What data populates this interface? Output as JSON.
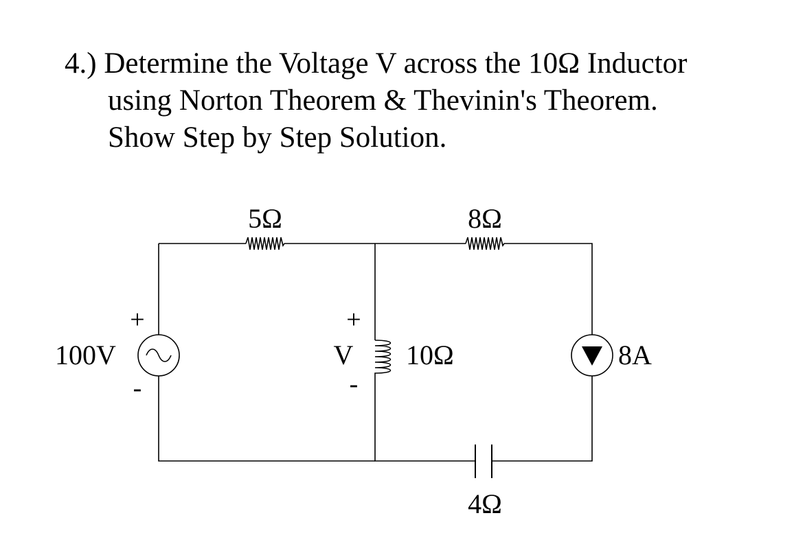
{
  "problem": {
    "line1": "4.) Determine the Voltage V across the 10Ω Inductor",
    "line2": "using Norton Theorem & Thevinin's Theorem.",
    "line3": "Show Step by Step Solution."
  },
  "circuit": {
    "resistor_top_left": "5Ω",
    "resistor_top_right": "8Ω",
    "source_voltage": "100V",
    "source_plus": "+",
    "source_minus": "-",
    "inductor_label": "10Ω",
    "voltage_label": "V",
    "voltage_plus": "+",
    "voltage_minus": "-",
    "current_source": "8A",
    "capacitor_label": "4Ω"
  }
}
